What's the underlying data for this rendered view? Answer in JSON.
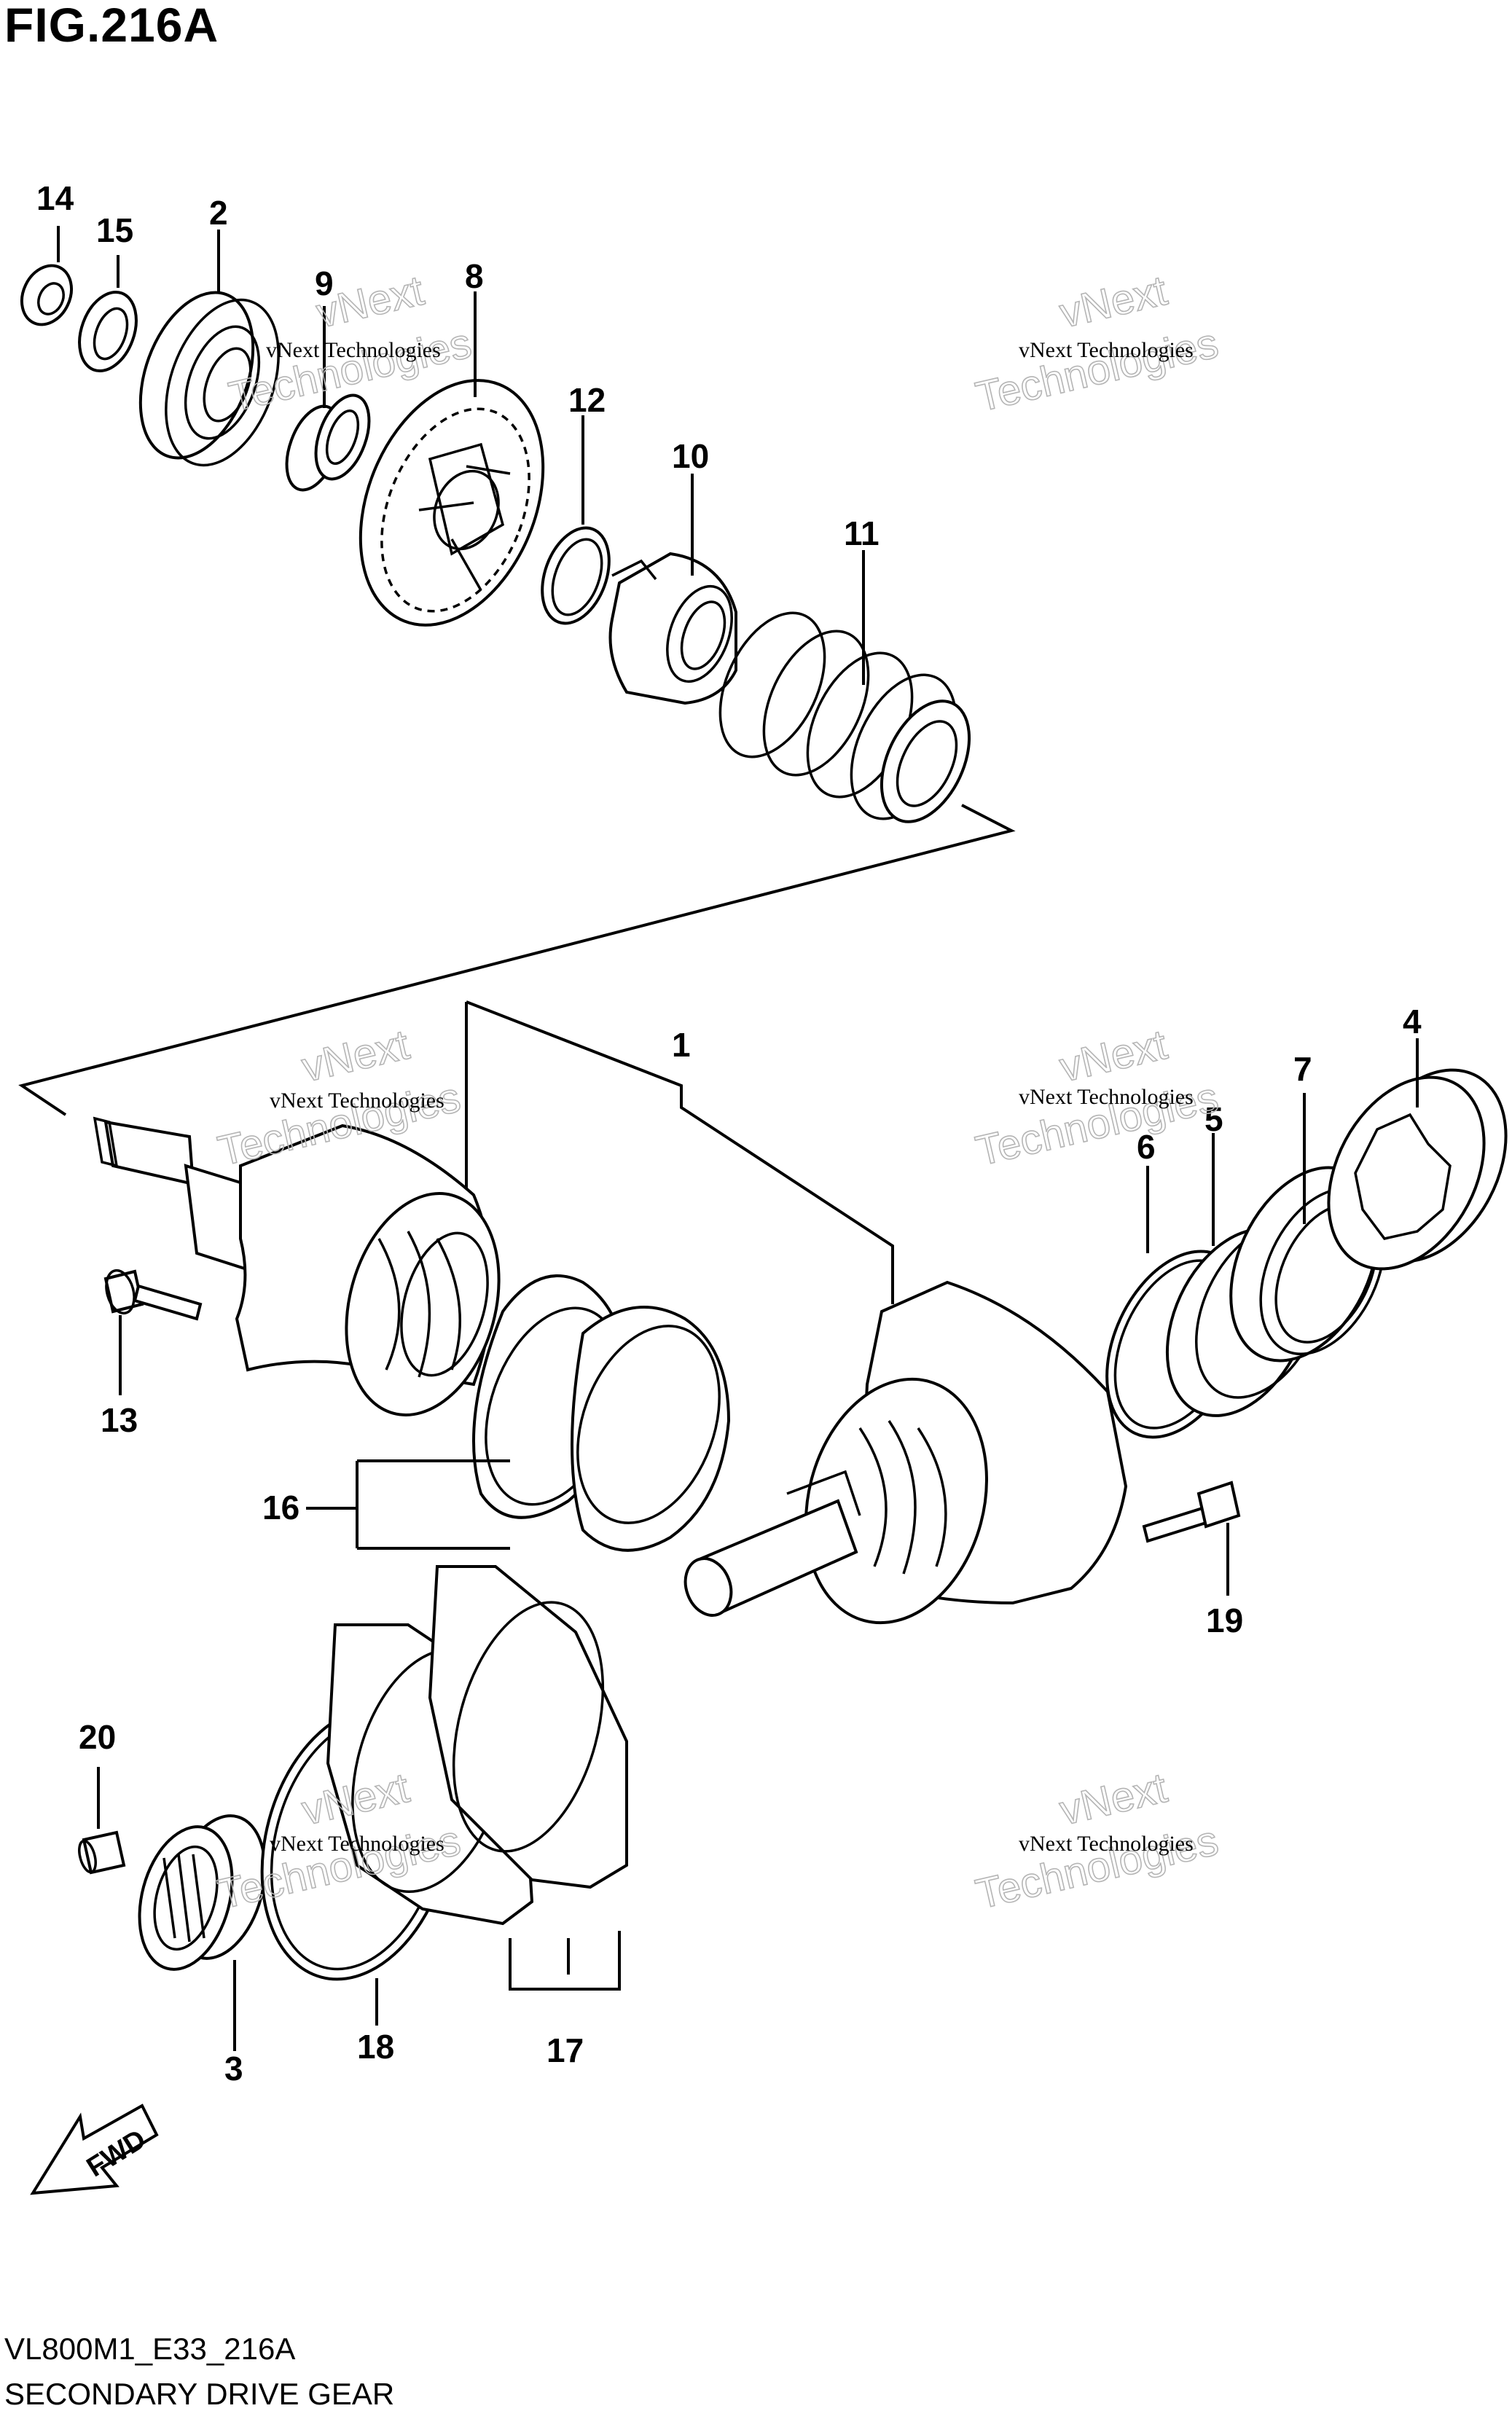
{
  "figure": {
    "title": "FIG.216A",
    "model_code": "VL800M1_E33_216A",
    "caption": "SECONDARY DRIVE GEAR"
  },
  "watermark": {
    "line1": "vNext Technologies",
    "line2": "Technologies",
    "line2_top": "vNext"
  },
  "fwd_label": "FWD",
  "callouts": {
    "c1": "1",
    "c2": "2",
    "c3": "3",
    "c4": "4",
    "c5": "5",
    "c6": "6",
    "c7": "7",
    "c8": "8",
    "c9": "9",
    "c10": "10",
    "c11": "11",
    "c12": "12",
    "c13": "13",
    "c14": "14",
    "c15": "15",
    "c16": "16",
    "c17": "17",
    "c18": "18",
    "c19": "19",
    "c20": "20"
  },
  "colors": {
    "line": "#000000",
    "watermark": "#b5b5b5",
    "background": "#ffffff"
  }
}
